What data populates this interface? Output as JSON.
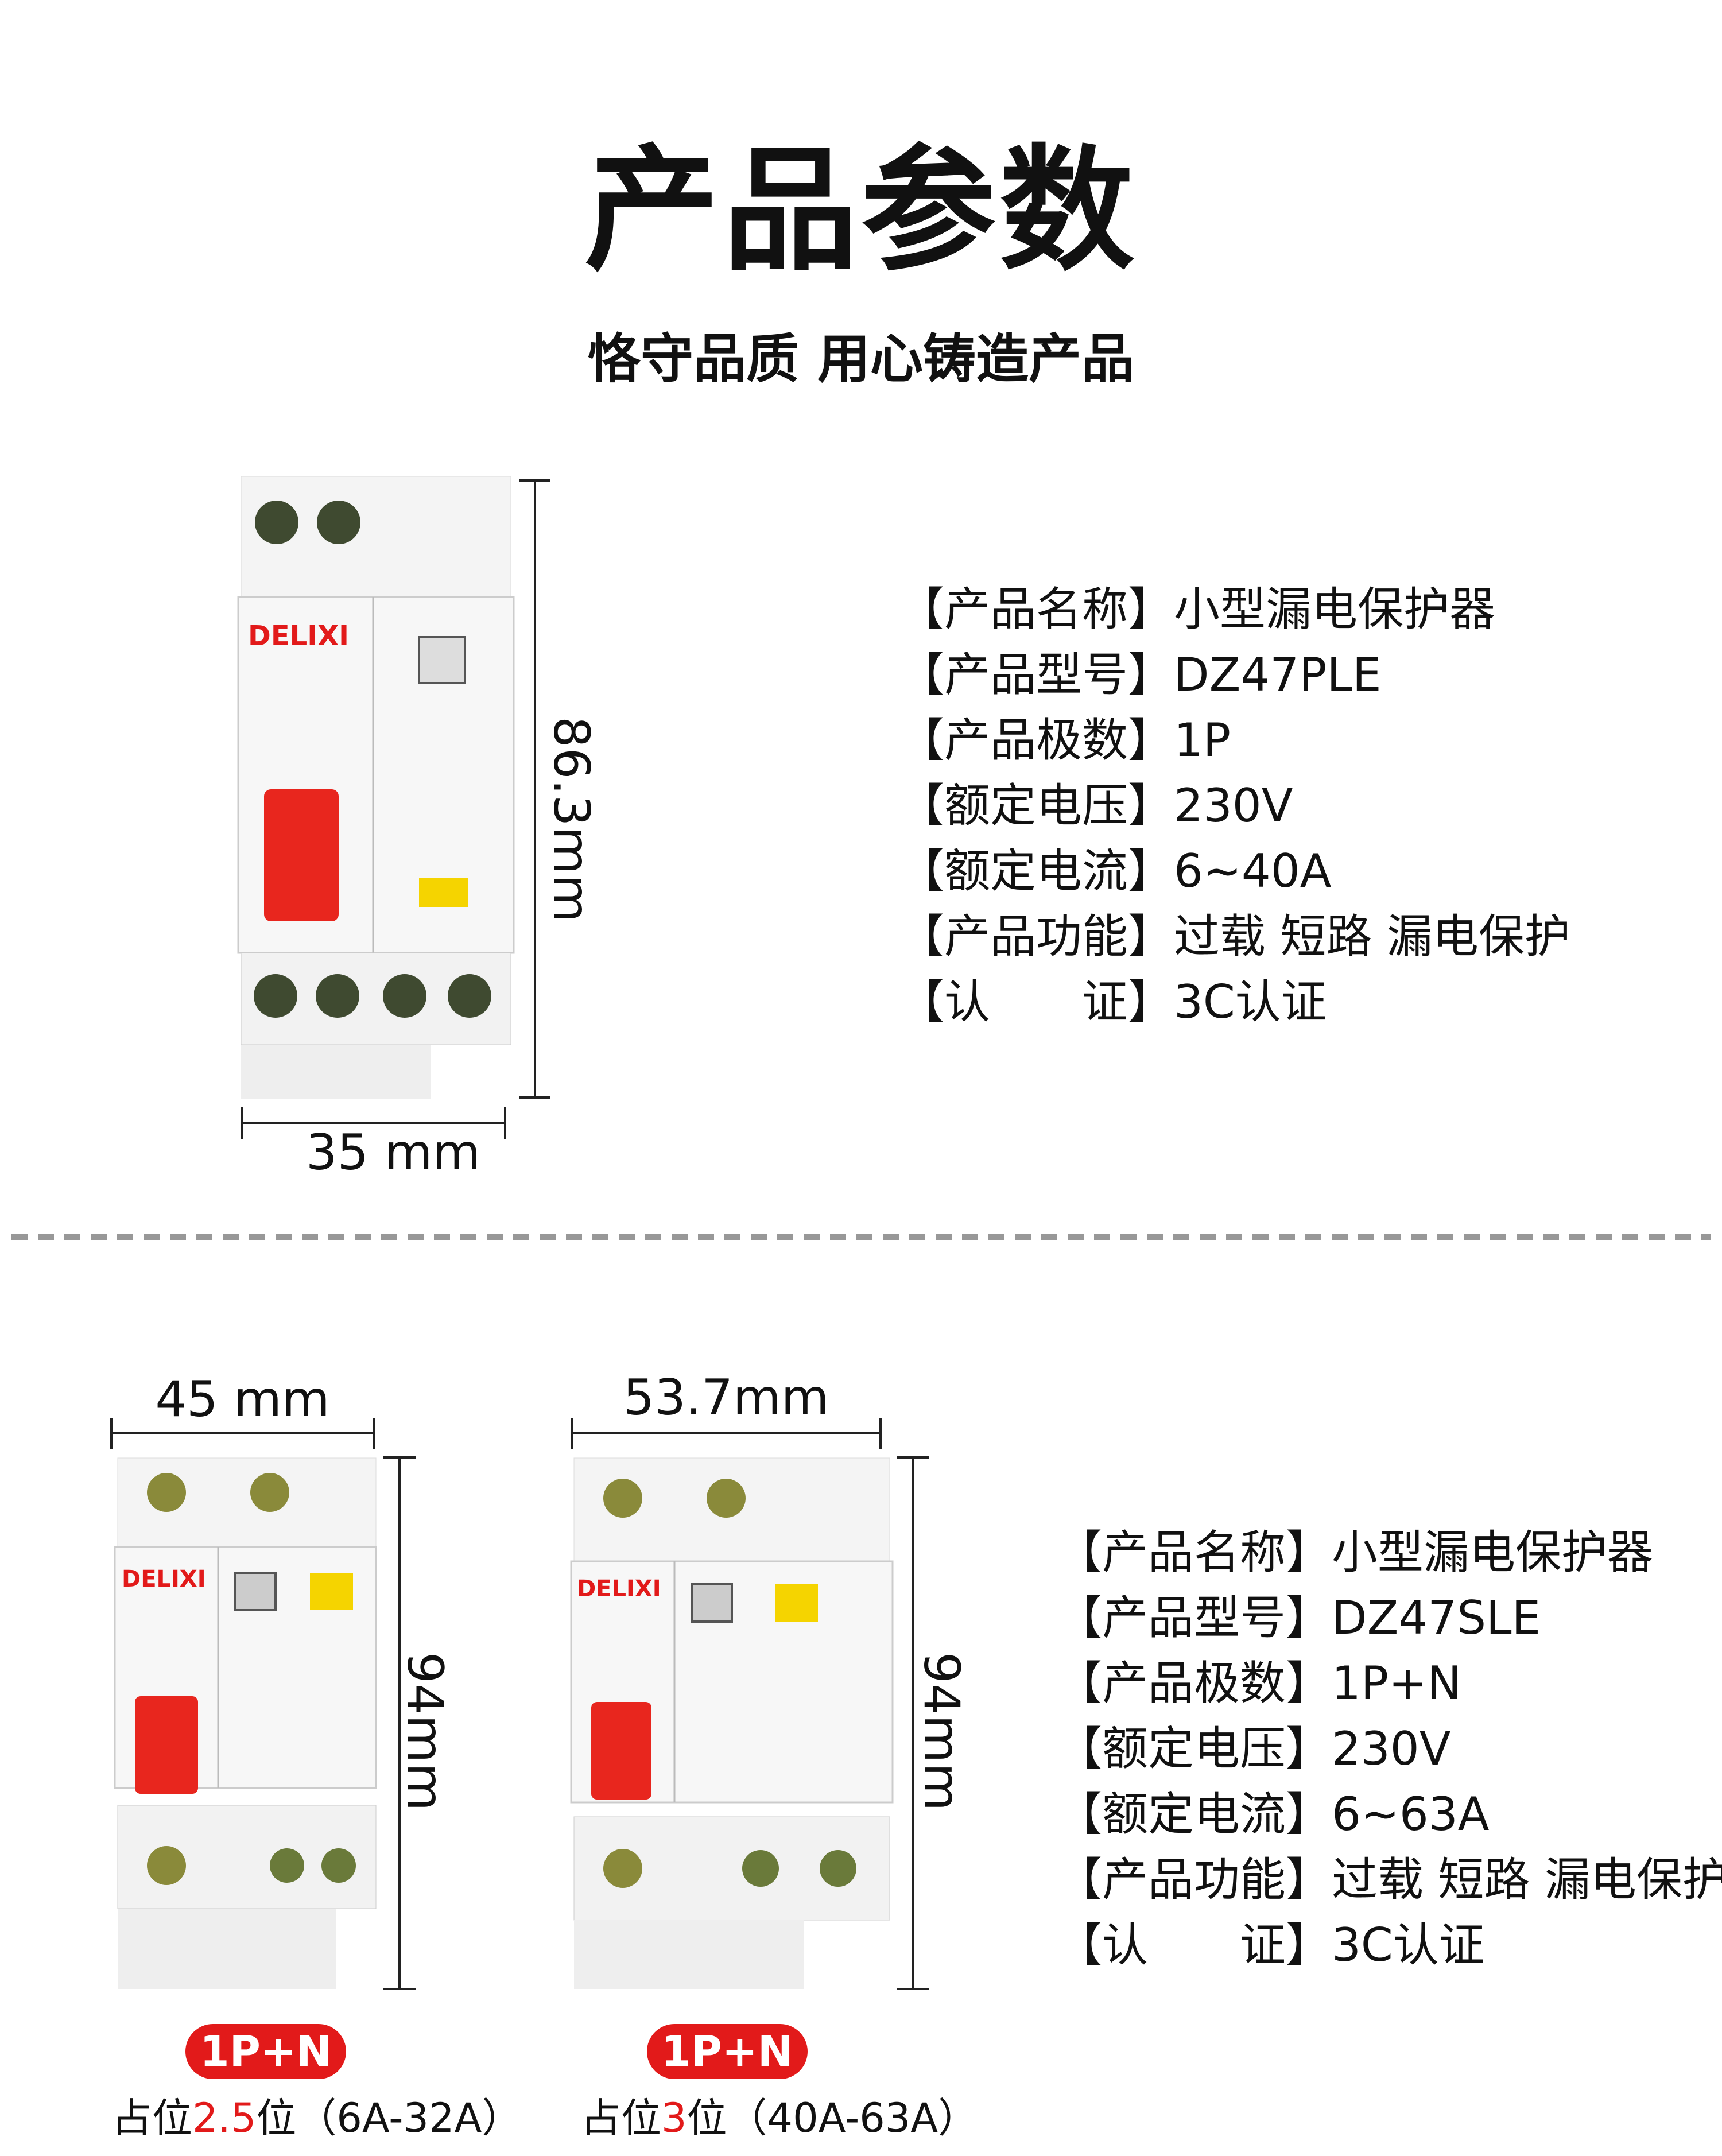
{
  "header": {
    "title": "产品参数",
    "subtitle": "恪守品质 用心铸造产品"
  },
  "product1": {
    "brand": "DELIXI",
    "dims": {
      "height": "86.3mm",
      "width": "35 mm"
    },
    "specs": [
      {
        "label": "【产品名称】",
        "value": "小型漏电保护器"
      },
      {
        "label": "【产品型号】",
        "value": "DZ47PLE"
      },
      {
        "label": "【产品极数】",
        "value": "1P"
      },
      {
        "label": "【额定电压】",
        "value": "230V"
      },
      {
        "label": "【额定电流】",
        "value": "6~40A"
      },
      {
        "label": "【产品功能】",
        "value": "过载 短路 漏电保护"
      },
      {
        "label": "【认　　证】",
        "value": "3C认证"
      }
    ]
  },
  "product2": {
    "variants": [
      {
        "brand": "DELIXI",
        "width": "45 mm",
        "height": "94mm",
        "badge": "1P+N",
        "caption_prefix": "占位",
        "caption_highlight": "2.5",
        "caption_suffix": "位（6A-32A）"
      },
      {
        "brand": "DELIXI",
        "width": "53.7mm",
        "height": "94mm",
        "badge": "1P+N",
        "caption_prefix": "占位",
        "caption_highlight": "3",
        "caption_suffix": "位（40A-63A）"
      }
    ],
    "specs": [
      {
        "label": "【产品名称】",
        "value": "小型漏电保护器"
      },
      {
        "label": "【产品型号】",
        "value": "DZ47SLE"
      },
      {
        "label": "【产品极数】",
        "value": "1P+N"
      },
      {
        "label": "【额定电压】",
        "value": "230V"
      },
      {
        "label": "【额定电流】",
        "value": "6~63A"
      },
      {
        "label": "【产品功能】",
        "value": "过载 短路 漏电保护"
      },
      {
        "label": "【认　　证】",
        "value": "3C认证"
      }
    ]
  },
  "colors": {
    "accent": "#e21a1a",
    "button_yellow": "#f5d400"
  }
}
